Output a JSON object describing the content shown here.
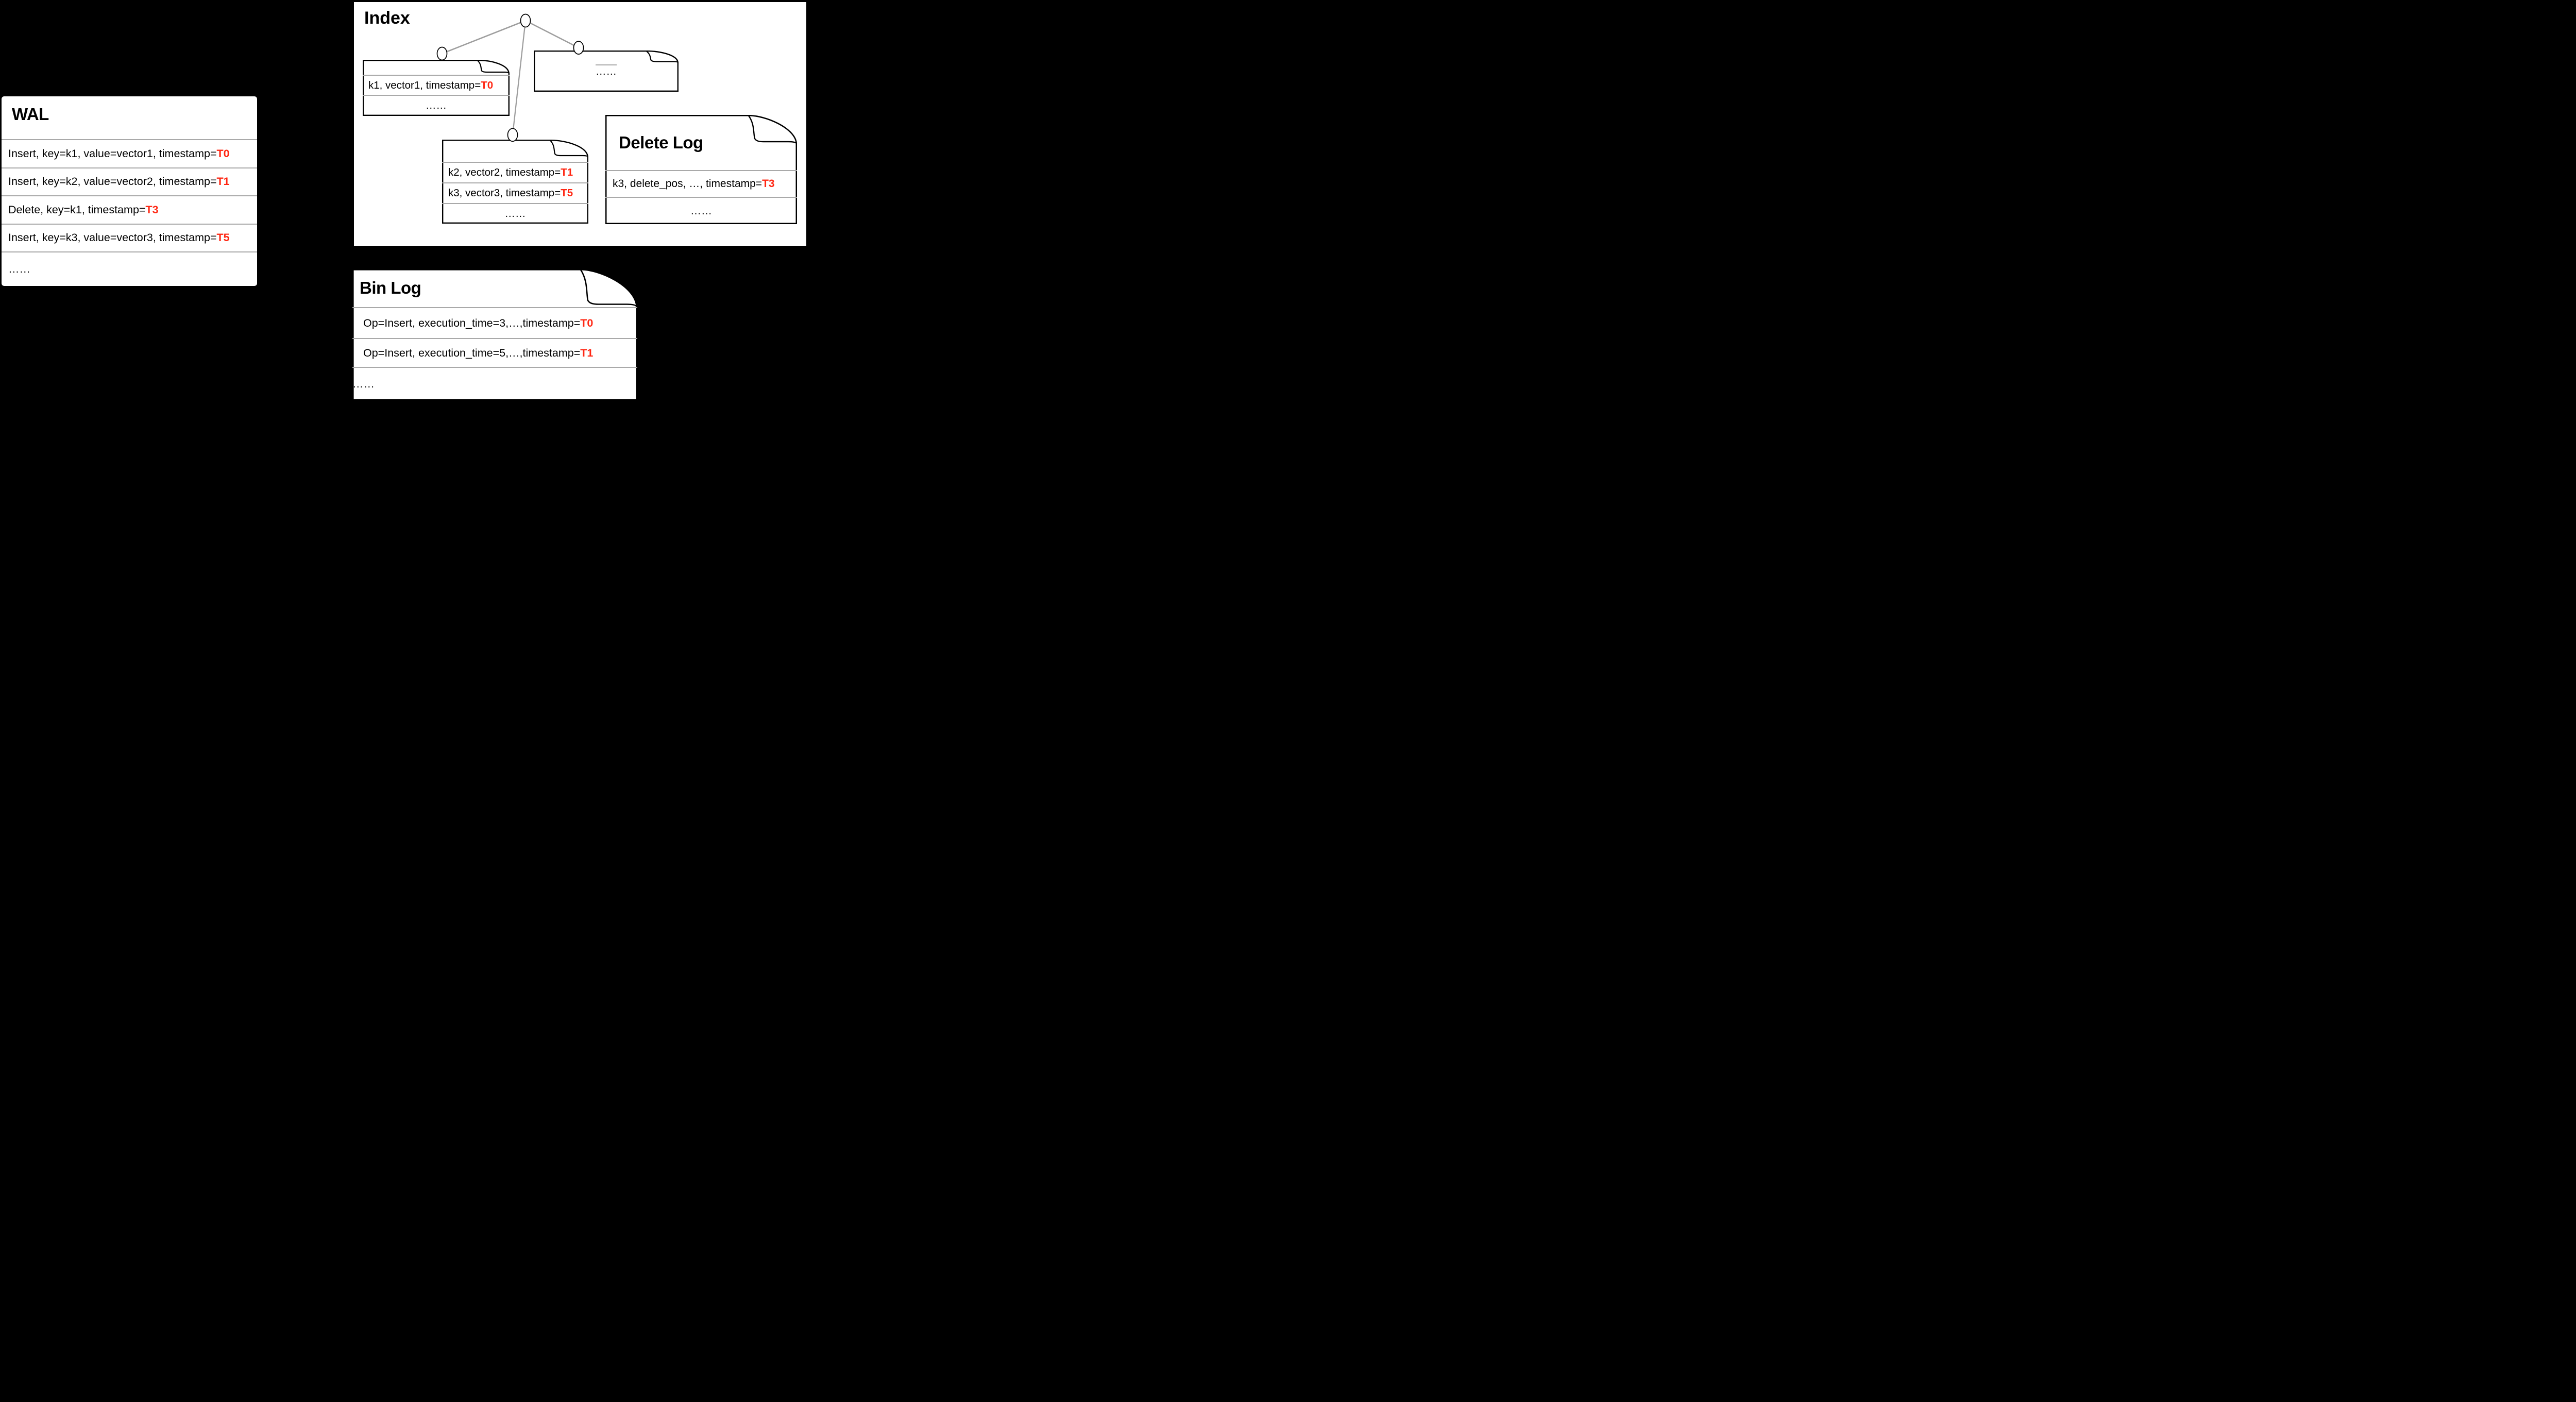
{
  "colors": {
    "timestamp": "#ff2713",
    "divider": "#a9a9a9",
    "tree_line": "#9e9e9e"
  },
  "wal": {
    "title": "WAL",
    "rows": [
      {
        "text": "Insert, key=k1, value=vector1, timestamp=",
        "ts": "T0"
      },
      {
        "text": "Insert, key=k2, value=vector2, timestamp=",
        "ts": "T1"
      },
      {
        "text": "Delete, key=k1, timestamp=",
        "ts": "T3"
      },
      {
        "text": "Insert, key=k3, value=vector3, timestamp=",
        "ts": "T5"
      },
      {
        "text": "……",
        "ts": ""
      }
    ]
  },
  "index": {
    "title": "Index",
    "segment1": {
      "rows": [
        {
          "text": "k1, vector1, timestamp=",
          "ts": "T0"
        },
        {
          "text": "……",
          "ts": ""
        }
      ]
    },
    "segment2": {
      "rows": [
        {
          "text": "……",
          "ts": ""
        }
      ]
    },
    "segment3": {
      "rows": [
        {
          "text": "k2, vector2, timestamp=",
          "ts": "T1"
        },
        {
          "text": "k3, vector3, timestamp=",
          "ts": "T5"
        },
        {
          "text": "……",
          "ts": ""
        }
      ]
    },
    "delete_log": {
      "title": "Delete Log",
      "rows": [
        {
          "text": "k3, delete_pos, …, timestamp=",
          "ts": "T3"
        },
        {
          "text": "……",
          "ts": ""
        }
      ]
    }
  },
  "bin_log": {
    "title": "Bin Log",
    "rows": [
      {
        "text": "Op=Insert, execution_time=3,…,timestamp=",
        "ts": "T0"
      },
      {
        "text": "Op=Insert, execution_time=5,…,timestamp=",
        "ts": "T1"
      },
      {
        "text": "……",
        "ts": ""
      }
    ]
  }
}
